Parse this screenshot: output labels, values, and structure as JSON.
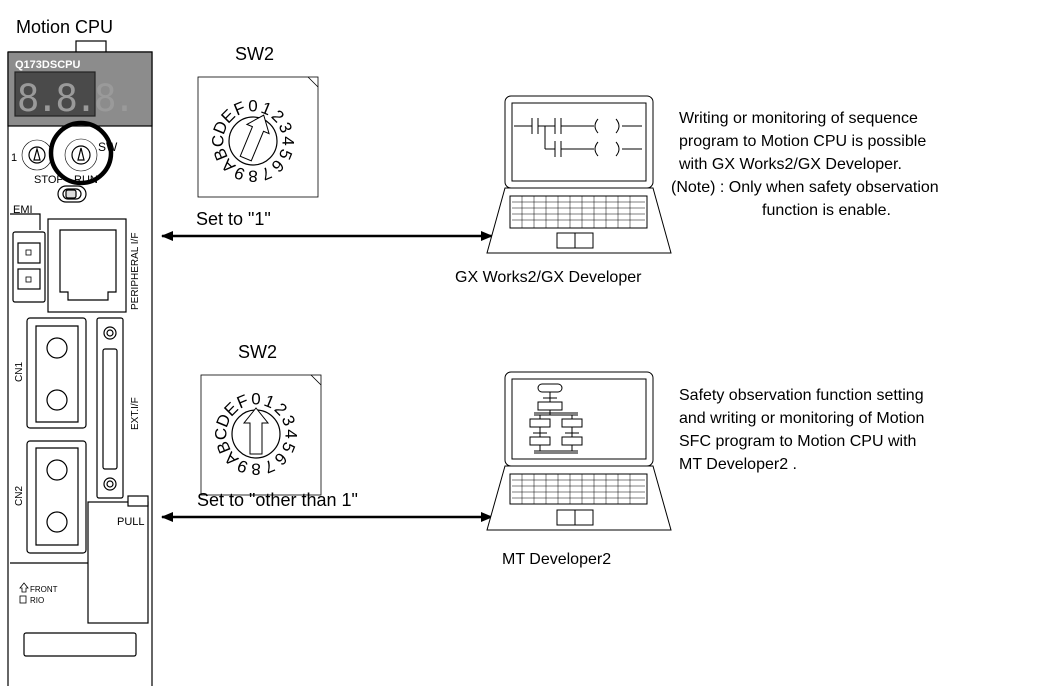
{
  "module": {
    "title": "Motion CPU",
    "model": "Q173DSCPU",
    "led_digits": "8.8.8.",
    "sw_label": "SW",
    "sw_number_left": "1",
    "stop_label": "STOP",
    "run_label": "RUN",
    "emi_label": "EMI",
    "peripheral_label": "PERIPHERAL I/F",
    "cn1_label": "CN1",
    "cn2_label": "CN2",
    "ext_label": "EXT.I/F",
    "pull_label": "PULL",
    "front_label": "FRONT",
    "rio_label": "RIO"
  },
  "top": {
    "switch_label": "SW2",
    "dial_chars": [
      "0",
      "1",
      "2",
      "3",
      "4",
      "5",
      "6",
      "7",
      "8",
      "9",
      "A",
      "B",
      "C",
      "D",
      "E",
      "F"
    ],
    "set_label": "Set to \"1\"",
    "software_label": "GX Works2/GX Developer",
    "desc_line1": "Writing or monitoring of sequence",
    "desc_line2": "program to Motion CPU is possible",
    "desc_line3": "with GX Works2/GX Developer.",
    "note_line1": "(Note) : Only when safety observation",
    "note_line2": "function is enable."
  },
  "bottom": {
    "switch_label": "SW2",
    "dial_chars": [
      "0",
      "1",
      "2",
      "3",
      "4",
      "5",
      "6",
      "7",
      "8",
      "9",
      "A",
      "B",
      "C",
      "D",
      "E",
      "F"
    ],
    "set_label": "Set to \"other than 1\"",
    "software_label": "MT Developer2",
    "desc_line1": "Safety observation function setting",
    "desc_line2": "and writing or monitoring of Motion",
    "desc_line3": "SFC program to Motion CPU with",
    "desc_line4": "MT Developer2 ."
  }
}
